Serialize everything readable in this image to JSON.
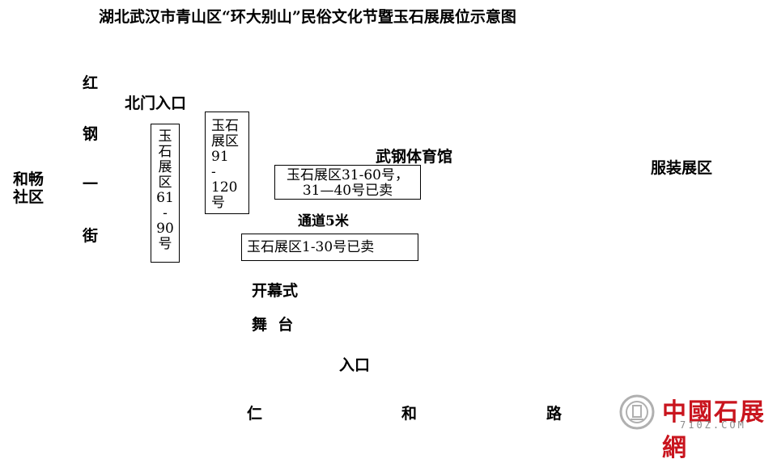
{
  "title": "湖北武汉市青山区“环大别山”民俗文化节暨玉石展展位示意图",
  "labels": {
    "hechang": [
      "和畅",
      "社区"
    ],
    "hongganyijie": [
      "红",
      "钢",
      "一",
      "街"
    ],
    "north_gate": "北门入口",
    "wugang_gym": "武钢体育馆",
    "clothing_area": "服装展区",
    "passage": "通道5米",
    "opening": "开幕式",
    "stage": "舞  台",
    "entrance": "入口",
    "renhe_road": [
      "仁",
      "和",
      "路"
    ]
  },
  "booths": {
    "booth_61_90": [
      "玉",
      "石",
      "展",
      "区",
      "61",
      "-",
      "90",
      "号"
    ],
    "booth_91_120": [
      "玉石",
      "展区",
      "91",
      "-",
      "120",
      "号"
    ],
    "booth_31_60": [
      "玉石展区31-60号，",
      "31—40号已卖"
    ],
    "booth_1_30": "玉石展区1-30号已卖"
  },
  "watermark": {
    "text": "中國石展網",
    "url": "710Z.COM",
    "brand_color": "#c9151e"
  }
}
